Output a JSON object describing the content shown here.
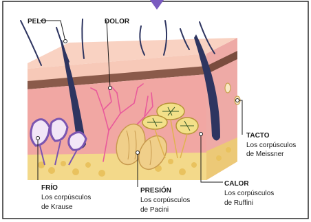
{
  "colors": {
    "border": "#2a2a2a",
    "accent_top": "#7a5bc0",
    "epidermis": "#f7c9b8",
    "band": "#8a5a4a",
    "dermis": "#f1a7a3",
    "fat": "#f2d47a",
    "hair": "#2e3560",
    "nerve_pink": "#e95a9b",
    "nerve_purple": "#7b55b0"
  },
  "labels": {
    "pelo": {
      "title": "PELO"
    },
    "dolor": {
      "title": "DOLOR"
    },
    "tacto": {
      "title": "TACTO",
      "line1": "Los corpúsculos",
      "line2": "de Meissner"
    },
    "frio": {
      "title": "FRÍO",
      "line1": "Los corpúsculos",
      "line2": "de Krause"
    },
    "presion": {
      "title": "PRESIÓN",
      "line1": "Los corpúsculos",
      "line2": "de Pacini"
    },
    "calor": {
      "title": "CALOR",
      "line1": "Los corpúsculos",
      "line2": "de Ruffini"
    }
  }
}
